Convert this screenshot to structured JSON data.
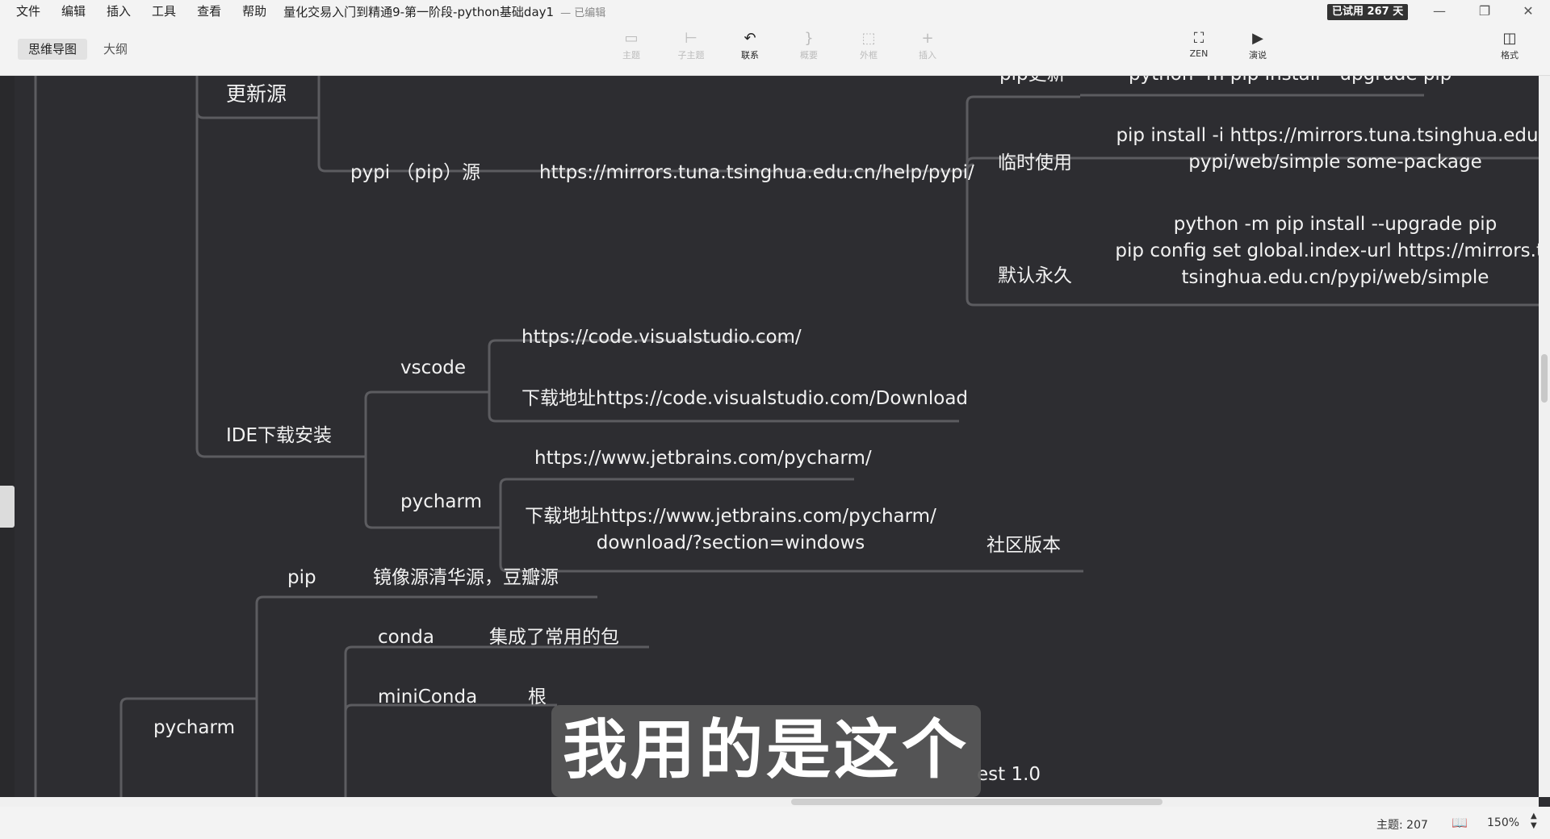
{
  "menu": {
    "items": [
      "文件",
      "编辑",
      "插入",
      "工具",
      "查看",
      "帮助"
    ],
    "doc_title": "量化交易入门到精通9-第一阶段-python基础day1",
    "doc_status": "— 已编辑",
    "trial_badge": "已试用 267 天"
  },
  "toolbar": {
    "view_mindmap": "思维导图",
    "view_outline": "大纲",
    "tools": [
      {
        "label": "主题",
        "icon": "topic-icon",
        "state": "disabled"
      },
      {
        "label": "子主题",
        "icon": "subtopic-icon",
        "state": "disabled"
      },
      {
        "label": "联系",
        "icon": "relationship-icon",
        "state": "active"
      },
      {
        "label": "概要",
        "icon": "summary-icon",
        "state": "disabled"
      },
      {
        "label": "外框",
        "icon": "boundary-icon",
        "state": "disabled"
      },
      {
        "label": "插入",
        "icon": "plus-icon",
        "state": "disabled"
      }
    ],
    "zen_label": "ZEN",
    "present_label": "演说",
    "format_label": "格式"
  },
  "mindmap": {
    "update_source": "更新源",
    "pypi_source": "pypi （pip）源",
    "pypi_url": "https://mirrors.tuna.tsinghua.edu.cn/help/pypi/",
    "pip_update": "pip更新",
    "pip_update_cmd": "python -m pip install --upgrade pip",
    "temp_use": "临时使用",
    "temp_cmd_1": "pip install -i https://mirrors.tuna.tsinghua.edu.c",
    "temp_cmd_2": "pypi/web/simple some-package",
    "default_perm": "默认永久",
    "perm_cmd_1": "python -m pip install --upgrade pip",
    "perm_cmd_2": "pip config set global.index-url https://mirrors.tu",
    "perm_cmd_3": "tsinghua.edu.cn/pypi/web/simple",
    "ide_install": "IDE下载安装",
    "vscode": "vscode",
    "vscode_url": "https://code.visualstudio.com/",
    "vscode_download": "下载地址https://code.visualstudio.com/Download",
    "pycharm": "pycharm",
    "pycharm_url": "https://www.jetbrains.com/pycharm/",
    "pycharm_download_1": "下载地址https://www.jetbrains.com/pycharm/",
    "pycharm_download_2": "download/?section=windows",
    "community_edition": "社区版本",
    "pip": "pip",
    "pip_mirror": "镜像源清华源，豆瓣源",
    "conda": "conda",
    "conda_desc": "集成了常用的包",
    "miniconda": "miniConda",
    "miniconda_desc_partial": "根",
    "pycharm_2": "pycharm",
    "partial_bottom": "est 1.0"
  },
  "subtitle": "我用的是这个",
  "status": {
    "topic_count": "主题: 207",
    "zoom": "150%"
  }
}
